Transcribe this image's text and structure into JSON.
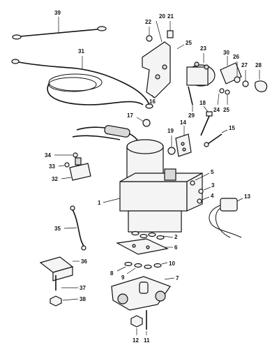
{
  "callouts": [
    {
      "id": "1",
      "text": "1"
    },
    {
      "id": "2",
      "text": "2"
    },
    {
      "id": "3",
      "text": "3"
    },
    {
      "id": "4",
      "text": "4"
    },
    {
      "id": "5",
      "text": "5"
    },
    {
      "id": "6",
      "text": "6"
    },
    {
      "id": "7",
      "text": "7"
    },
    {
      "id": "8",
      "text": "8"
    },
    {
      "id": "9",
      "text": "9"
    },
    {
      "id": "10",
      "text": "10"
    },
    {
      "id": "11",
      "text": "11"
    },
    {
      "id": "12",
      "text": "12"
    },
    {
      "id": "13",
      "text": "13"
    },
    {
      "id": "14",
      "text": "14"
    },
    {
      "id": "15",
      "text": "15"
    },
    {
      "id": "16",
      "text": "16"
    },
    {
      "id": "17",
      "text": "17"
    },
    {
      "id": "18",
      "text": "18"
    },
    {
      "id": "19",
      "text": "19"
    },
    {
      "id": "20",
      "text": "20"
    },
    {
      "id": "21",
      "text": "21"
    },
    {
      "id": "22",
      "text": "22"
    },
    {
      "id": "23",
      "text": "23"
    },
    {
      "id": "24",
      "text": "24"
    },
    {
      "id": "25a",
      "text": "25"
    },
    {
      "id": "25b",
      "text": "25"
    },
    {
      "id": "26",
      "text": "26"
    },
    {
      "id": "27",
      "text": "27"
    },
    {
      "id": "28",
      "text": "28"
    },
    {
      "id": "29",
      "text": "29"
    },
    {
      "id": "30",
      "text": "30"
    },
    {
      "id": "31",
      "text": "31"
    },
    {
      "id": "32",
      "text": "32"
    },
    {
      "id": "33",
      "text": "33"
    },
    {
      "id": "34",
      "text": "34"
    },
    {
      "id": "35",
      "text": "35"
    },
    {
      "id": "36",
      "text": "36"
    },
    {
      "id": "37",
      "text": "37"
    },
    {
      "id": "38",
      "text": "38"
    },
    {
      "id": "39",
      "text": "39"
    }
  ]
}
